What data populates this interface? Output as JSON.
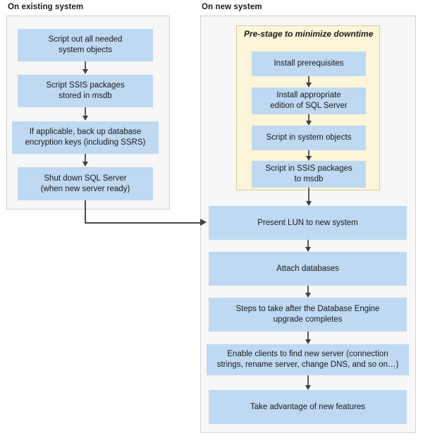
{
  "diagram": {
    "title": "SQL Server migration flowchart",
    "colors": {
      "box_fill": "#bfd9f2",
      "panel_fill": "#f7f7f7",
      "panel_border": "#d2d2d2",
      "group_fill": "#fcf5d7",
      "group_border": "#d8cf9a",
      "arrow": "#4a4a4a",
      "text": "#1a1a1a"
    },
    "columns": [
      {
        "id": "existing",
        "heading": "On existing system",
        "steps": [
          "Script out all needed system objects",
          "Script SSIS packages stored in msdb",
          "If applicable, back up database encryption keys (including SSRS)",
          "Shut down SQL Server (when new server ready)"
        ]
      },
      {
        "id": "new",
        "heading": "On new system",
        "group": {
          "title": "Pre-stage to minimize downtime",
          "steps": [
            "Install prerequisites",
            "Install appropriate edition of SQL Server",
            "Script in system objects",
            "Script in SSIS packages to msdb"
          ]
        },
        "steps": [
          "Present LUN to new system",
          "Attach databases",
          "Steps to take after the Database Engine upgrade completes",
          "Enable clients to find new server (connection strings, rename server, change DNS, and so on…)",
          "Take advantage of new features"
        ]
      }
    ],
    "boxes": {
      "script_objects": "Script out all needed\nsystem objects",
      "script_ssis": "Script SSIS packages\nstored in msdb",
      "backup_keys": "If applicable, back up database\nencryption keys (including SSRS)",
      "shutdown_sql": "Shut down SQL Server\n(when new server ready)",
      "install_prereq": "Install prerequisites",
      "install_edition": "Install appropriate\nedition of SQL Server",
      "script_sysobj": "Script in system objects",
      "script_ssis_msdb": "Script in SSIS packages\nto msdb",
      "present_lun": "Present LUN to new system",
      "attach_db": "Attach databases",
      "post_upgrade": "Steps to take after the Database Engine\nupgrade completes",
      "enable_clients": "Enable clients to find new server (connection\nstrings, rename server, change DNS, and so on…)",
      "new_features": "Take advantage of new features"
    },
    "headings": {
      "existing": "On existing system",
      "new": "On new system"
    },
    "group_title": "Pre-stage to minimize downtime"
  }
}
